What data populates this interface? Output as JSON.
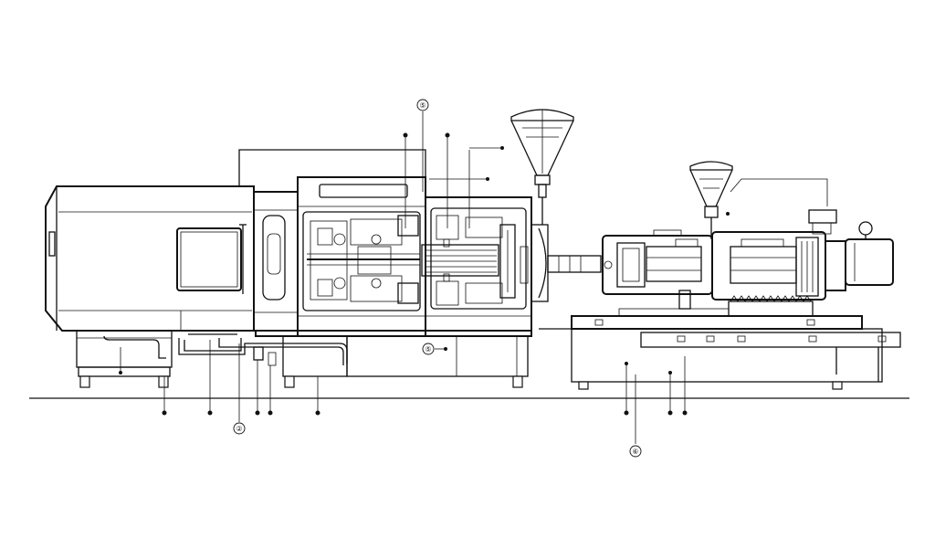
{
  "diagram": {
    "callouts": [
      {
        "id": "callout-top",
        "label": "⑤"
      },
      {
        "id": "callout-middle",
        "label": "⑤"
      },
      {
        "id": "callout-bottom-left",
        "label": "②"
      },
      {
        "id": "callout-bottom-right",
        "label": "⑥"
      }
    ]
  },
  "colors": {
    "ink": "#111111",
    "paper": "#ffffff"
  }
}
